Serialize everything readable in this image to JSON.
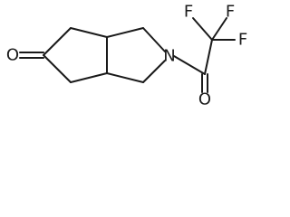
{
  "molecule": {
    "atoms": {
      "ketone_oxygen": "O",
      "ring_nitrogen": "N",
      "acyl_oxygen": "O",
      "fluorine_1": "F",
      "fluorine_2": "F",
      "fluorine_3": "F"
    },
    "colors": {
      "bond": "#1a1a1a",
      "label": "#1a1a1a",
      "background": "#ffffff"
    }
  }
}
